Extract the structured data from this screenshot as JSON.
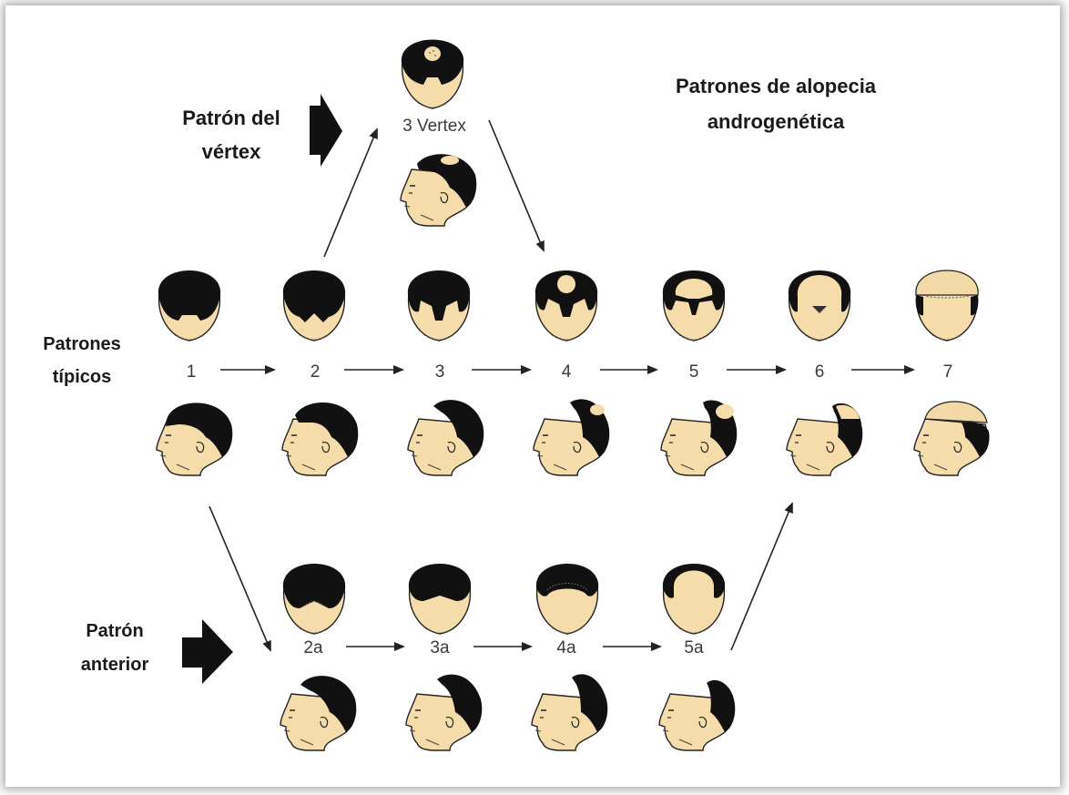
{
  "title_line1": "Patrones de alopecia",
  "title_line2": "androgenética",
  "labels": {
    "vertex_line1": "Patrón del",
    "vertex_line2": "vértex",
    "typical_line1": "Patrones",
    "typical_line2": "típicos",
    "anterior_line1": "Patrón",
    "anterior_line2": "anterior"
  },
  "stages": {
    "vertex": "3 Vertex",
    "typical": [
      "1",
      "2",
      "3",
      "4",
      "5",
      "6",
      "7"
    ],
    "anterior": [
      "2a",
      "3a",
      "4a",
      "5a"
    ]
  },
  "colors": {
    "hair": "#111111",
    "skin": "#f6dcaa",
    "arrow": "#222222",
    "text": "#1a1a1a"
  }
}
